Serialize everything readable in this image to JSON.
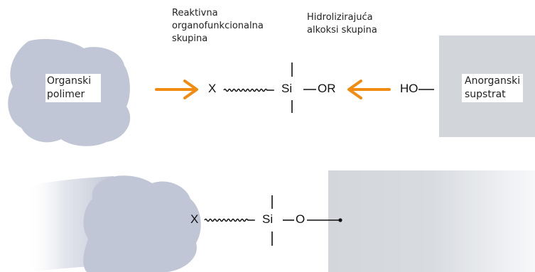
{
  "colors": {
    "blob": "#c0c6d5",
    "substrate": "#d2d5da",
    "arrow": "#ef8c11",
    "text": "#111111"
  },
  "labels": {
    "reactive_group_line1": "Reaktivna",
    "reactive_group_line2": "organofunkcionalna",
    "reactive_group_line3": "skupina",
    "alkoxy_group_line1": "Hidrolizirajuća",
    "alkoxy_group_line2": "alkoksi skupina",
    "organic_polymer_line1": "Organski",
    "organic_polymer_line2": "polimer",
    "inorganic_substrate_line1": "Anorganski",
    "inorganic_substrate_line2": "supstrat"
  },
  "top_formula": {
    "x": "X",
    "si": "Si",
    "or": "OR",
    "ho": "HO"
  },
  "bottom_formula": {
    "x": "X",
    "si": "Si",
    "o": "O"
  }
}
